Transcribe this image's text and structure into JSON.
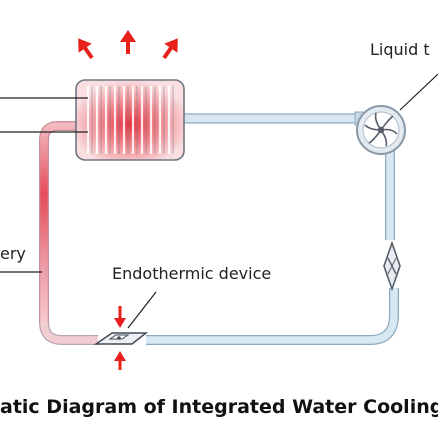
{
  "labels": {
    "pump": "Liquid t",
    "battery": "ery",
    "endothermic": "Endothermic device"
  },
  "caption": "atic Diagram of Integrated Water Cooling",
  "colors": {
    "pipe_cool": "#d7e8f3",
    "pipe_outline": "#8fa9bf",
    "pipe_hot": "#e9727a",
    "heat_arrow": "#e8201c",
    "radiator_fill": "#f6c9cd",
    "radiator_outline": "#6f7580"
  },
  "icons": {
    "pump": "centrifugal-pump-icon",
    "valve": "throttle-valve-icon",
    "endothermic": "endothermic-plate-icon"
  }
}
